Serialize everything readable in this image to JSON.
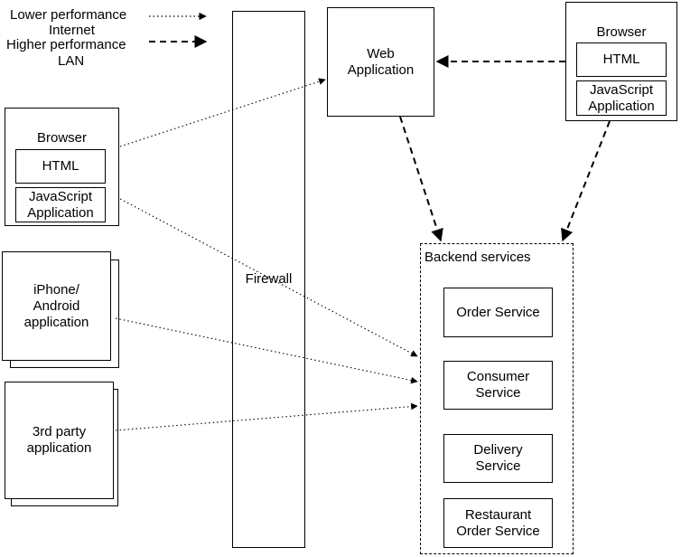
{
  "legend": {
    "lower_performance": "Lower performance",
    "internet": "Internet",
    "higher_performance": "Higher performance",
    "lan": "LAN"
  },
  "firewall": "Firewall",
  "web_application": "Web\nApplication",
  "browser_left": {
    "title": "Browser",
    "html": "HTML",
    "js": "JavaScript\nApplication"
  },
  "browser_right": {
    "title": "Browser",
    "html": "HTML",
    "js": "JavaScript\nApplication"
  },
  "mobile_app": "iPhone/\nAndroid\napplication",
  "third_party_app": "3rd party\napplication",
  "backend": {
    "title": "Backend services",
    "services": [
      "Order Service",
      "Consumer\nService",
      "Delivery\nService",
      "Restaurant\nOrder Service"
    ]
  }
}
